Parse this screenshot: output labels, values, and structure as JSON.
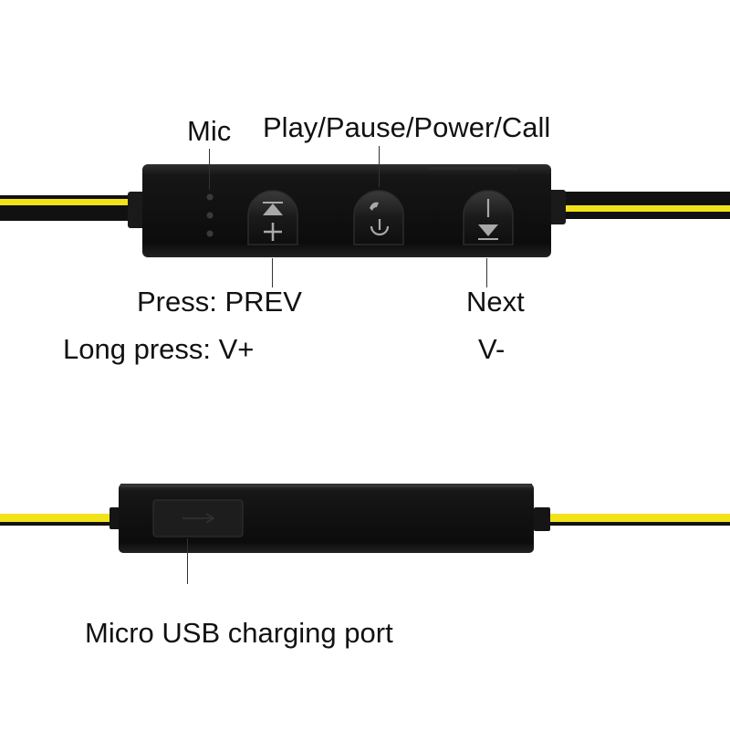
{
  "labels": {
    "mic": "Mic",
    "play_pause": "Play/Pause/Power/Call",
    "press_prev": "Press: PREV",
    "long_press_vplus": "Long press: V+",
    "next": "Next",
    "v_minus": "V-",
    "usb_port": "Micro USB charging port"
  },
  "icons": {
    "prev_button": "prev-vol-up-icon",
    "play_button": "phone-power-icon",
    "next_button": "next-vol-down-icon"
  },
  "colors": {
    "cable_yellow": "#f2e21a",
    "cable_black": "#0d0d0d",
    "housing": "#121212",
    "button": "#1c1c1c",
    "icon": "#a9a9a9"
  }
}
